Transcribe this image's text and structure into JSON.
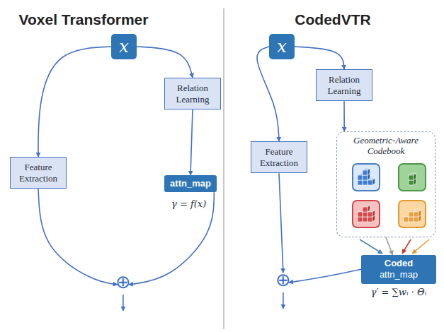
{
  "diagram": {
    "nodes": [
      {
        "text": [
          "x"
        ]
      },
      {
        "text": [
          "Relation Learning"
        ]
      },
      {
        "text": [
          "Feature Extraction"
        ]
      },
      {
        "text": [
          "attn_map"
        ]
      },
      {
        "text": [
          "⊕"
        ]
      },
      {
        "text": [
          "x"
        ]
      },
      {
        "text": [
          "Relation Learning"
        ]
      },
      {
        "text": [
          "Feature Extraction"
        ]
      },
      {
        "text": [
          "Geometric-Aware Codebook"
        ]
      },
      {
        "text": [
          "Coded",
          "attn_map"
        ]
      },
      {
        "text": [
          "⊕"
        ]
      }
    ],
    "edges": [
      {
        "from": 0,
        "to": 2,
        "arrow": "to"
      },
      {
        "from": 0,
        "to": 1,
        "arrow": "to"
      },
      {
        "from": 1,
        "to": 3,
        "arrow": "to"
      },
      {
        "from": 2,
        "to": 4,
        "arrow": "to"
      },
      {
        "from": 3,
        "to": 4,
        "arrow": "to"
      },
      {
        "from": 5,
        "to": 7,
        "arrow": "to"
      },
      {
        "from": 5,
        "to": 6,
        "arrow": "to"
      },
      {
        "from": 6,
        "to": 8,
        "arrow": "to"
      },
      {
        "from": 8,
        "to": 9,
        "arrow": "to"
      },
      {
        "from": 9,
        "to": 10,
        "arrow": "to"
      },
      {
        "from": 7,
        "to": 10,
        "arrow": "to"
      }
    ],
    "labels": [
      "Voxel Transformer",
      "CodedVTR",
      "γ = f(x)",
      "γ′ = ∑wᵢ · Θᵢ"
    ]
  }
}
